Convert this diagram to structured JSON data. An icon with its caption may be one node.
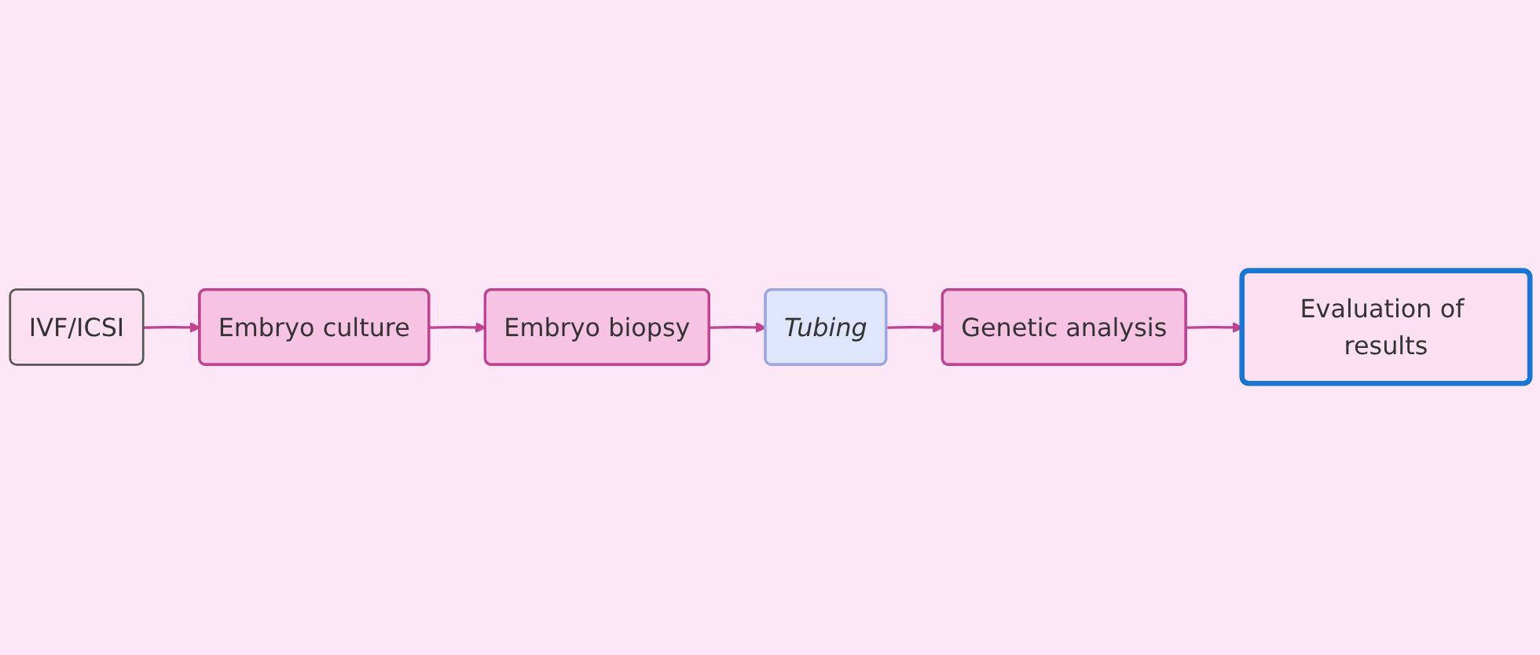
{
  "diagram": {
    "nodes": [
      {
        "text": [
          "IVF/ICSI"
        ]
      },
      {
        "text": [
          "Embryo culture"
        ]
      },
      {
        "text": [
          "Embryo biopsy"
        ]
      },
      {
        "text": [
          "Tubing"
        ]
      },
      {
        "text": [
          "Genetic analysis"
        ]
      },
      {
        "text": [
          "Evaluation of results"
        ]
      }
    ],
    "edges": [
      {
        "from": 0,
        "to": 1,
        "arrow": "to"
      },
      {
        "from": 1,
        "to": 2,
        "arrow": "to"
      },
      {
        "from": 2,
        "to": 3,
        "arrow": "to"
      },
      {
        "from": 3,
        "to": 4,
        "arrow": "to"
      },
      {
        "from": 4,
        "to": 5,
        "arrow": "to"
      }
    ]
  }
}
